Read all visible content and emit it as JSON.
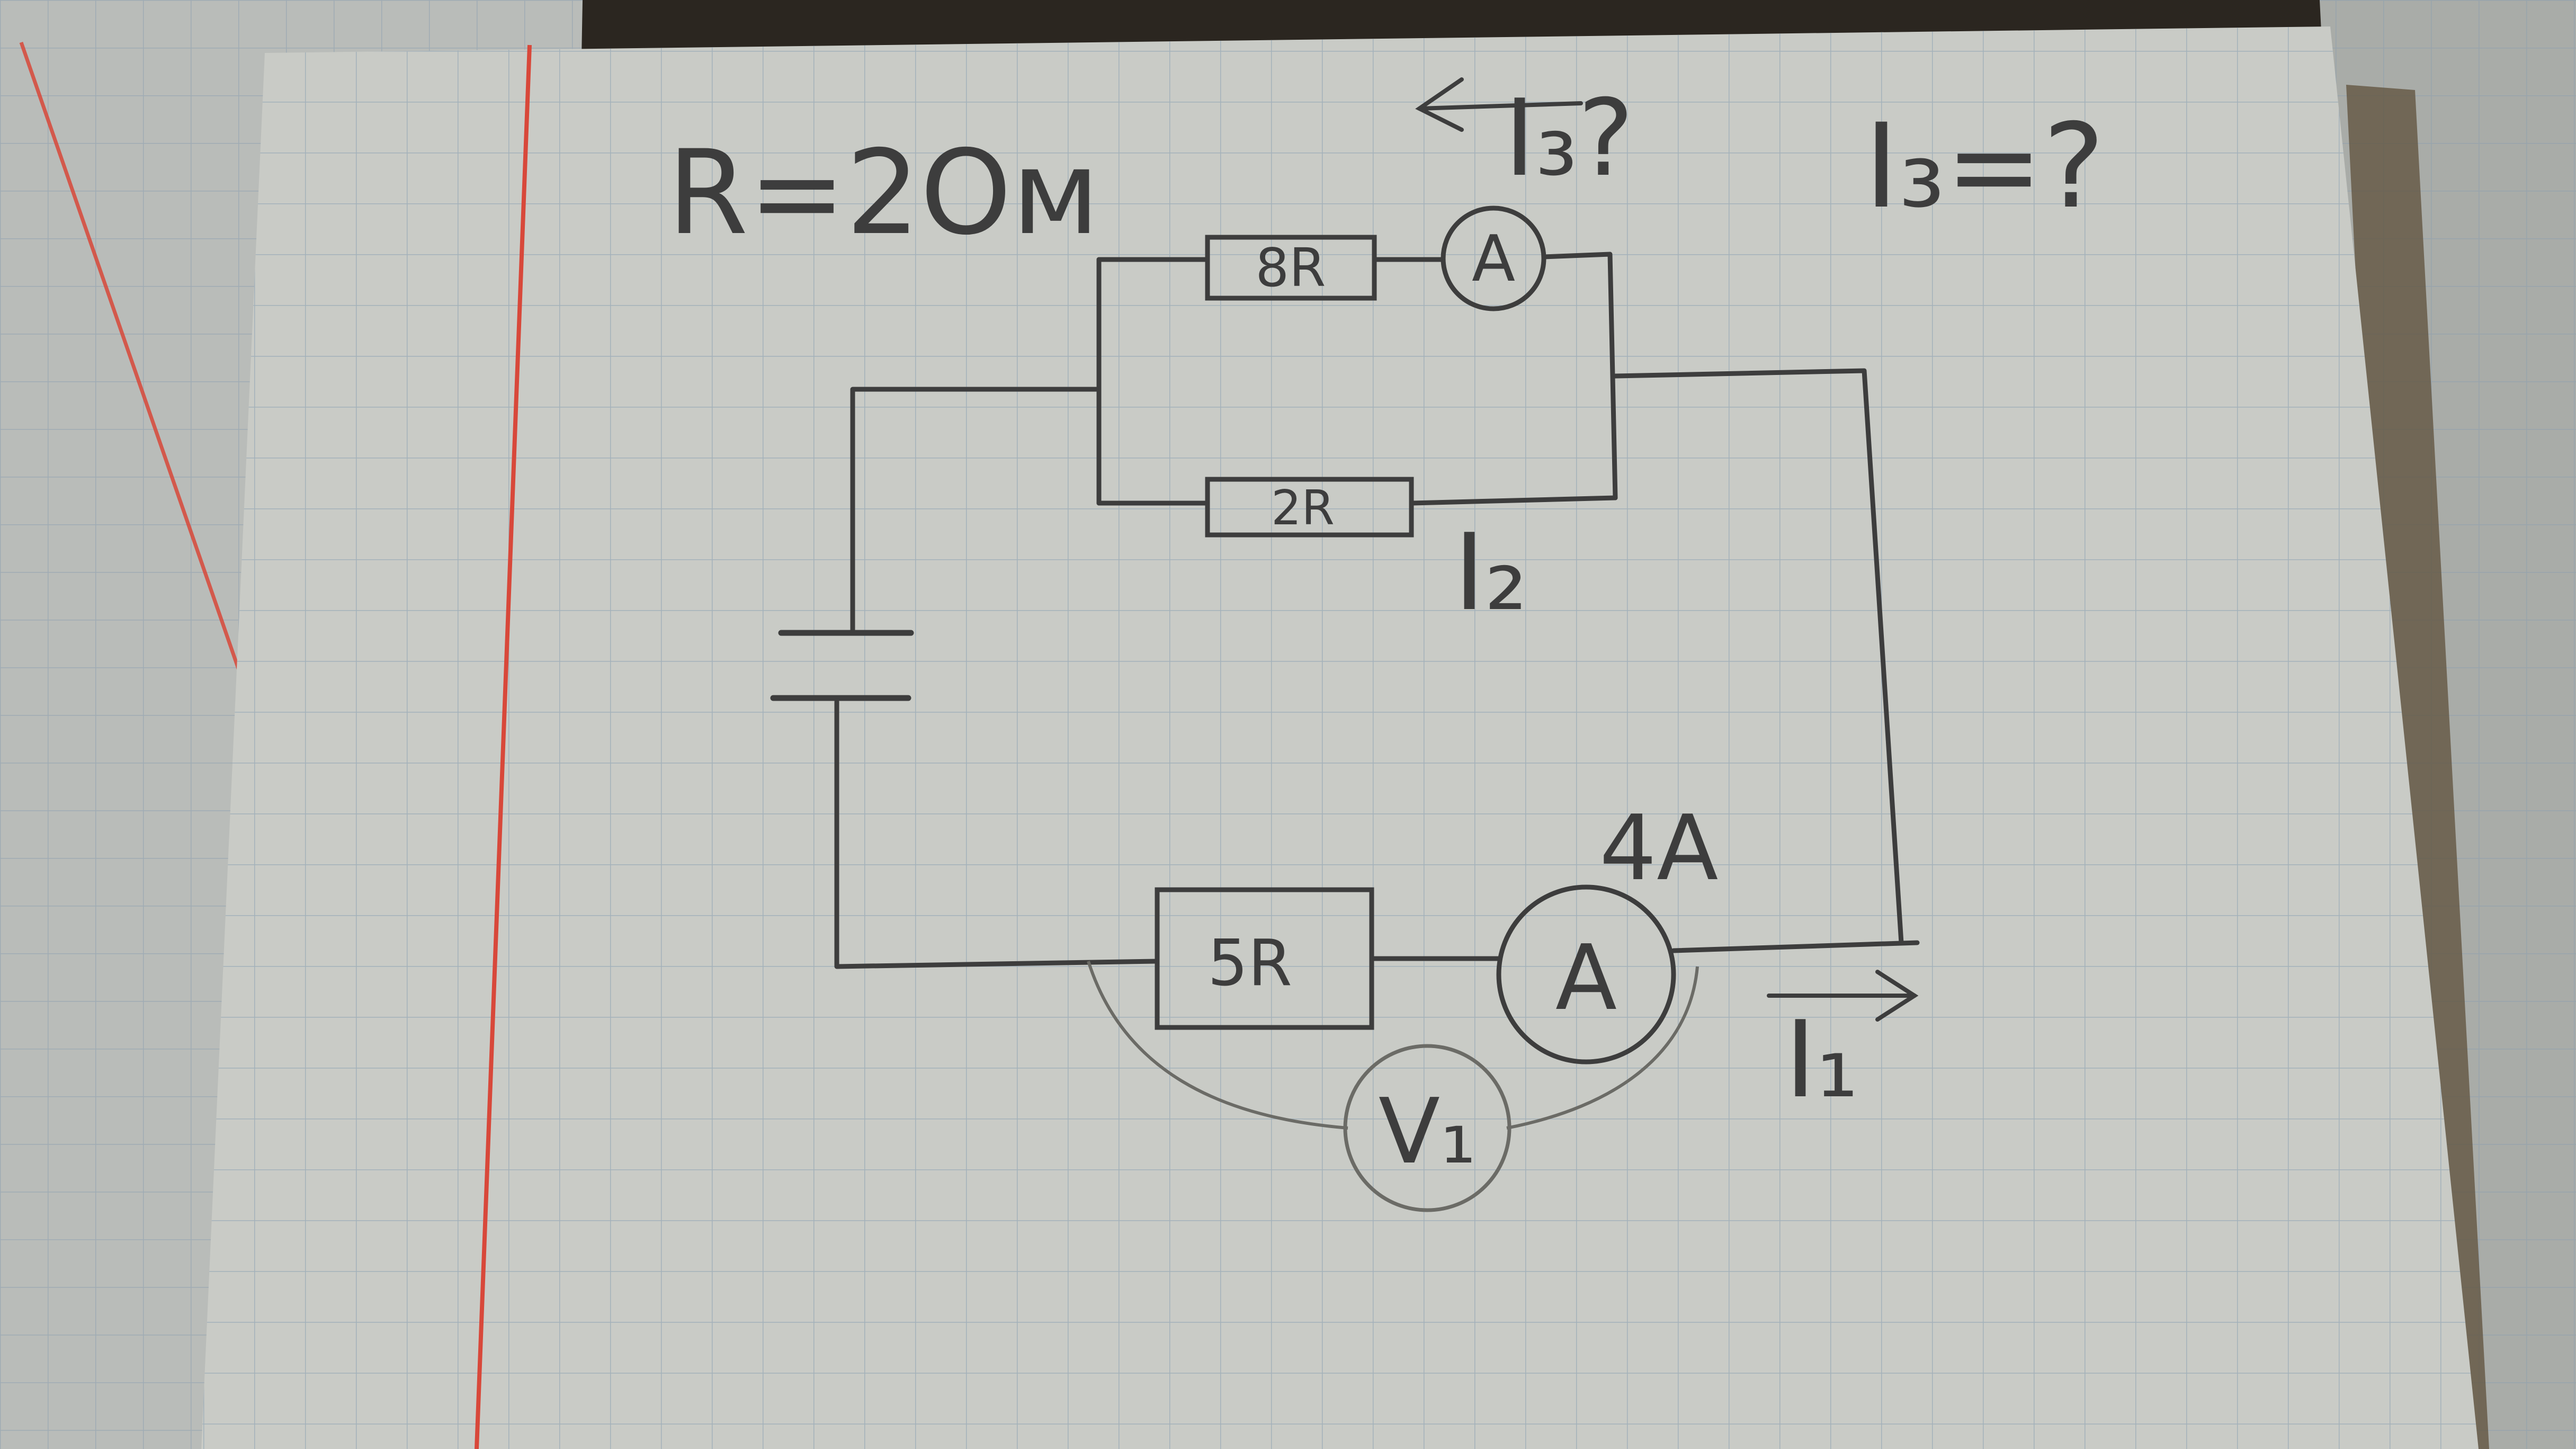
{
  "given": {
    "r_value": "R=2Ом",
    "unknown_left": "I₃?",
    "unknown_right": "I₃=?"
  },
  "components": {
    "resistor_top": "8R",
    "resistor_middle": "2R",
    "resistor_bottom": "5R",
    "ammeter_top": "A",
    "ammeter_bottom": "A",
    "voltmeter": "V₁"
  },
  "readings": {
    "ammeter_bottom": "4A"
  },
  "currents": {
    "i1": "I₁",
    "i2": "I₂"
  },
  "colors": {
    "paper": "#c9cbc6",
    "grid": "#8fa3b4",
    "ink": "#3d3d3d",
    "margin_line": "#d8483a",
    "background": "#2b2620"
  }
}
